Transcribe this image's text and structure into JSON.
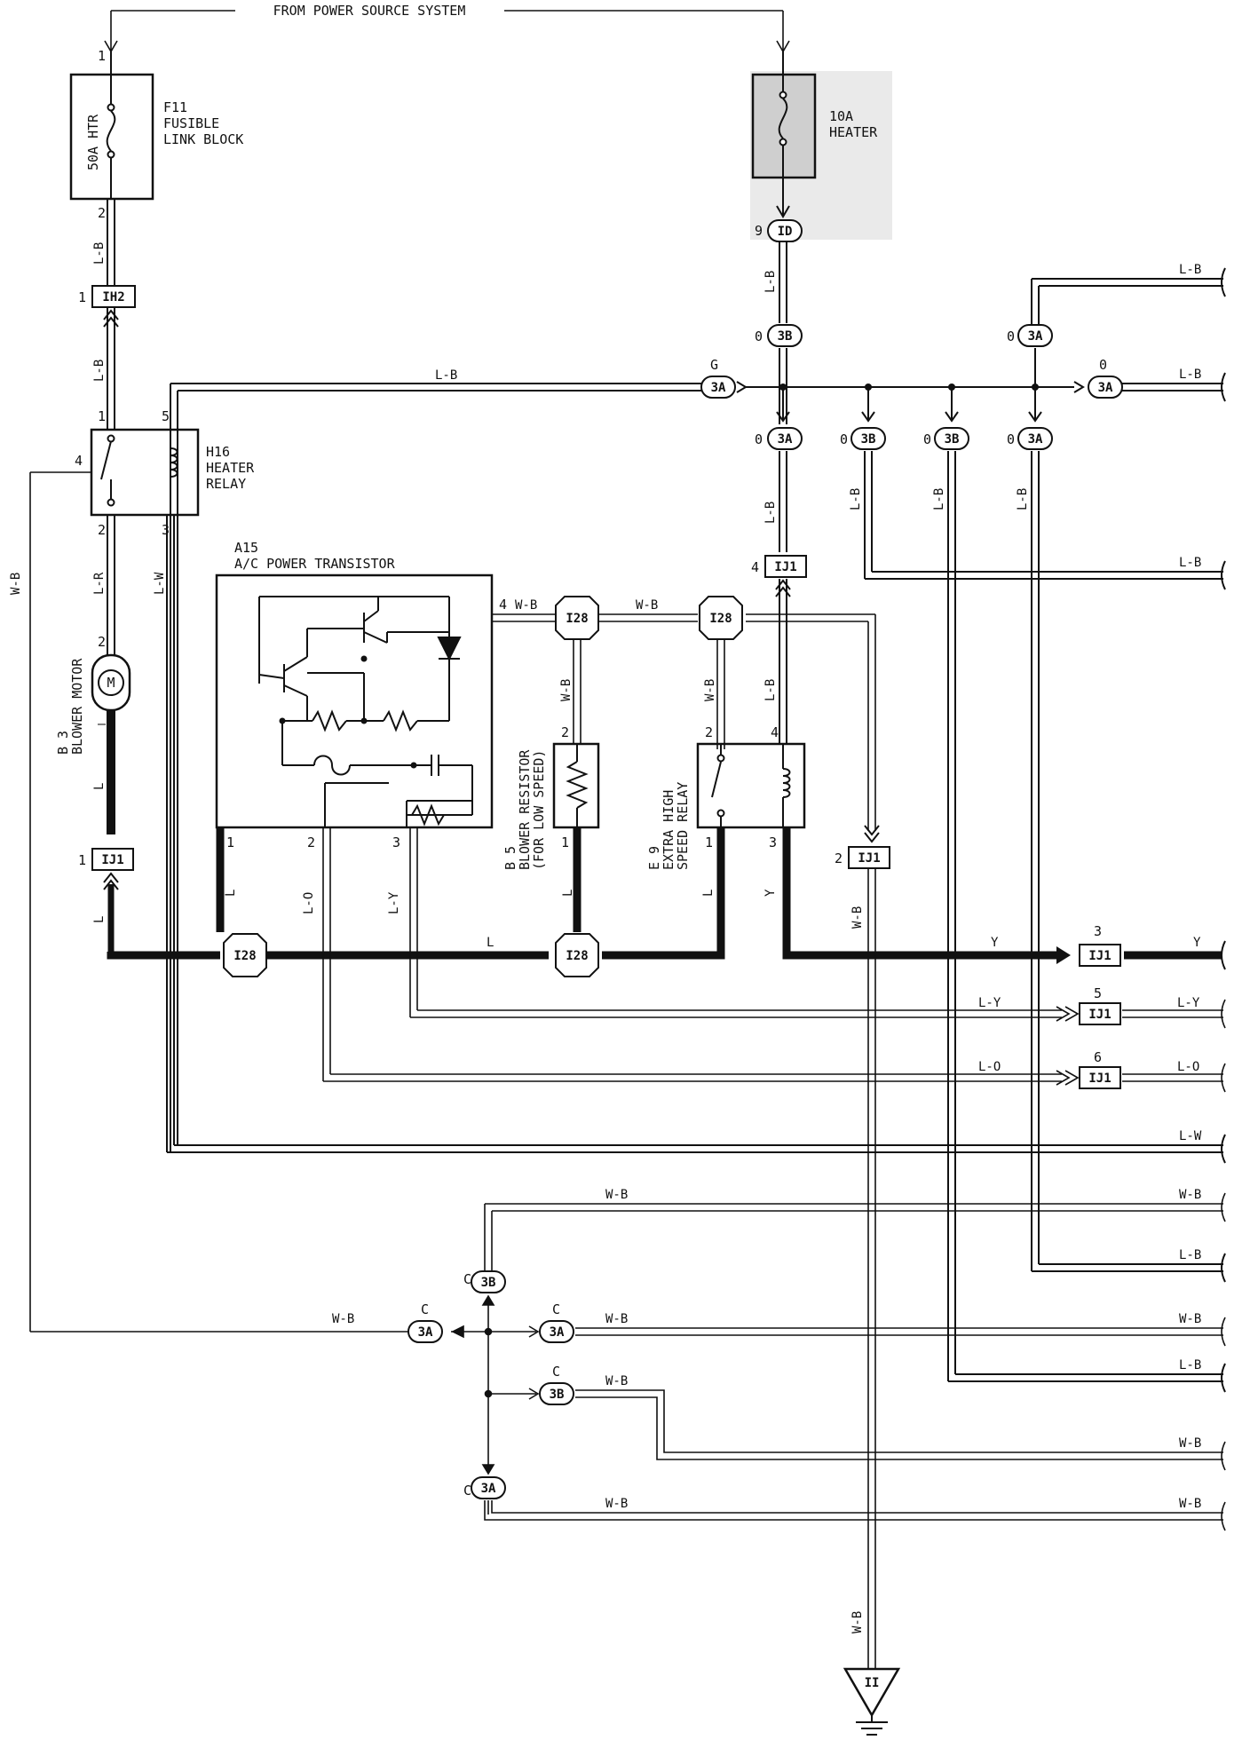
{
  "header": {
    "power_source": "FROM POWER SOURCE SYSTEM"
  },
  "fuses": {
    "f11": {
      "rating": "50A HTR",
      "code": "F11",
      "name1": "FUSIBLE",
      "name2": "LINK BLOCK",
      "pin_top": "1",
      "pin_bottom": "2"
    },
    "heater10a": {
      "rating": "10A",
      "name": "HEATER"
    }
  },
  "relays": {
    "h16": {
      "code": "H16",
      "name1": "HEATER",
      "name2": "RELAY",
      "pin1": "1",
      "pin5": "5",
      "pin4": "4",
      "pin2": "2",
      "pin3": "3"
    },
    "e9": {
      "code": "E 9",
      "name1": "EXTRA HIGH",
      "name2": "SPEED RELAY",
      "pin2": "2",
      "pin4": "4",
      "pin1": "1",
      "pin3": "3"
    }
  },
  "components": {
    "a15": {
      "code": "A15",
      "name": "A/C POWER TRANSISTOR",
      "pin1": "1",
      "pin2": "2",
      "pin3": "3",
      "pin4": "4"
    },
    "b3": {
      "code": "B 3",
      "name": "BLOWER MOTOR",
      "symbol": "M",
      "pin2": "2",
      "pin_neg": "–"
    },
    "b5": {
      "code": "B 5",
      "name1": "BLOWER RESISTOR",
      "name2": "(FOR LOW SPEED)",
      "pin2": "2",
      "pin1": "1"
    }
  },
  "connectors": {
    "ih2": "IH2",
    "ij1": "IJ1",
    "i28": "I28",
    "id": "ID",
    "a3": "3A",
    "b3": "3B",
    "ii": "II"
  },
  "pins": {
    "p0": "0",
    "p1": "1",
    "p2": "2",
    "p3": "3",
    "p4": "4",
    "p5": "5",
    "p6": "6",
    "p9": "9",
    "pG": "G",
    "pC": "C"
  },
  "wires": {
    "lb": "L-B",
    "lr": "L-R",
    "l": "L",
    "lw": "L-W",
    "wb": "W-B",
    "y": "Y",
    "ly": "L-Y",
    "lo": "L-O"
  }
}
